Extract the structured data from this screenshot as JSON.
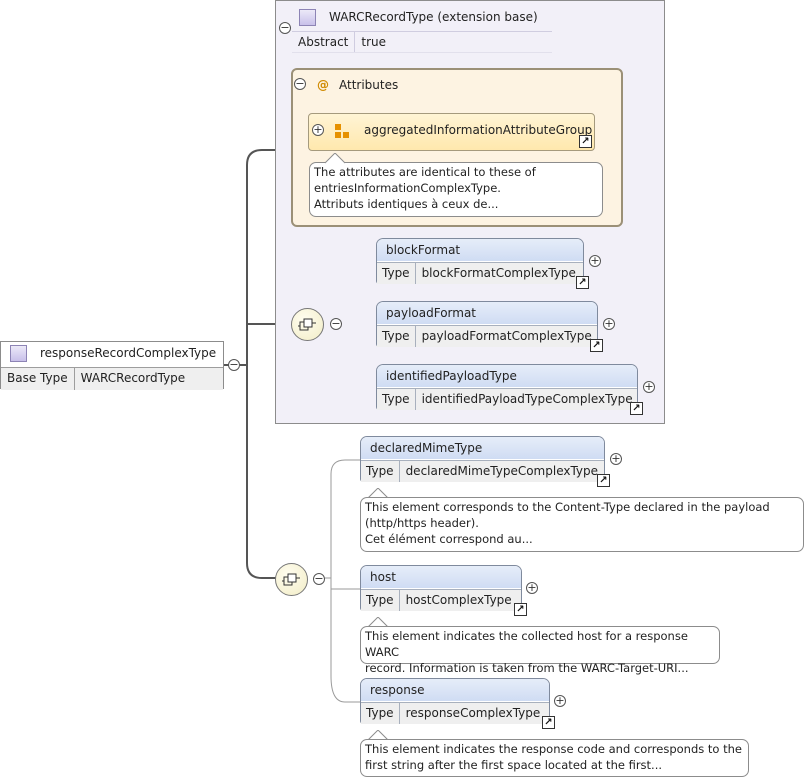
{
  "root": {
    "name": "responseRecordComplexType",
    "base_type_label": "Base Type",
    "base_type_value": "WARCRecordType"
  },
  "extension": {
    "title": "WARCRecordType (extension base)",
    "abstract_label": "Abstract",
    "abstract_value": "true",
    "attributes_title": "Attributes",
    "attribute_group": "aggregatedInformationAttributeGroup",
    "attribute_note": [
      "The attributes are identical to these of",
      "entriesInformationComplexType.",
      "Attributs identiques à ceux de..."
    ],
    "elements": [
      {
        "name": "blockFormat",
        "type_label": "Type",
        "type": "blockFormatComplexType"
      },
      {
        "name": "payloadFormat",
        "type_label": "Type",
        "type": "payloadFormatComplexType"
      },
      {
        "name": "identifiedPayloadType",
        "type_label": "Type",
        "type": "identifiedPayloadTypeComplexType"
      }
    ]
  },
  "sequence": {
    "elements": [
      {
        "name": "declaredMimeType",
        "type_label": "Type",
        "type": "declaredMimeTypeComplexType",
        "note": [
          "This element corresponds to the Content-Type declared in the payload",
          "(http/https header).",
          "Cet élément correspond au..."
        ]
      },
      {
        "name": "host",
        "type_label": "Type",
        "type": "hostComplexType",
        "note": [
          "This element indicates the collected host for a response WARC",
          "record. Information is taken from the WARC-Target-URI..."
        ]
      },
      {
        "name": "response",
        "type_label": "Type",
        "type": "responseComplexType",
        "note": [
          "This element indicates the response code and corresponds to the",
          "first string after the first space located at the first..."
        ]
      }
    ]
  },
  "glyphs": {
    "collapse": "−",
    "expand": "+",
    "link": "↗",
    "at": "@"
  },
  "colors": {
    "extension_bg": "#f2f0f8",
    "attributes_bg": "#fdf3e2",
    "element_header": "#d5e0f4",
    "type_row": "#efefef"
  }
}
